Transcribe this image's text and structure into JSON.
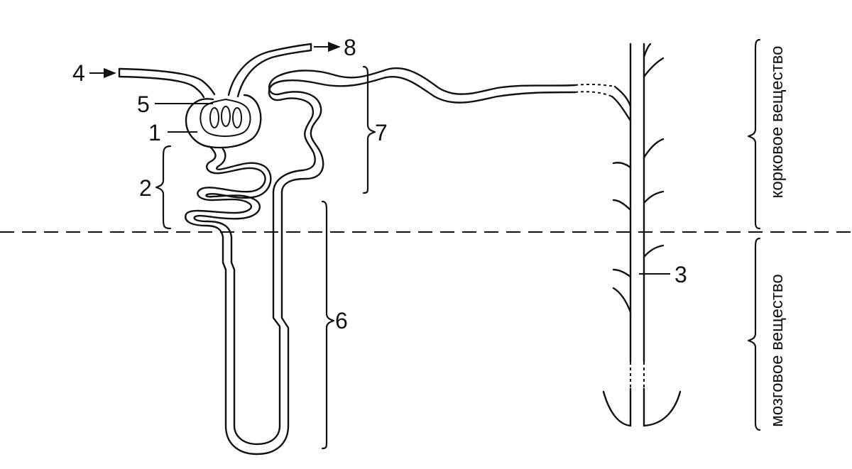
{
  "labels": {
    "n1": "1",
    "n2": "2",
    "n3": "3",
    "n4": "4",
    "n5": "5",
    "n6": "6",
    "n7": "7",
    "n8": "8"
  },
  "zones": {
    "cortex": "корковое вещество",
    "medulla": "мозговое вещество"
  }
}
